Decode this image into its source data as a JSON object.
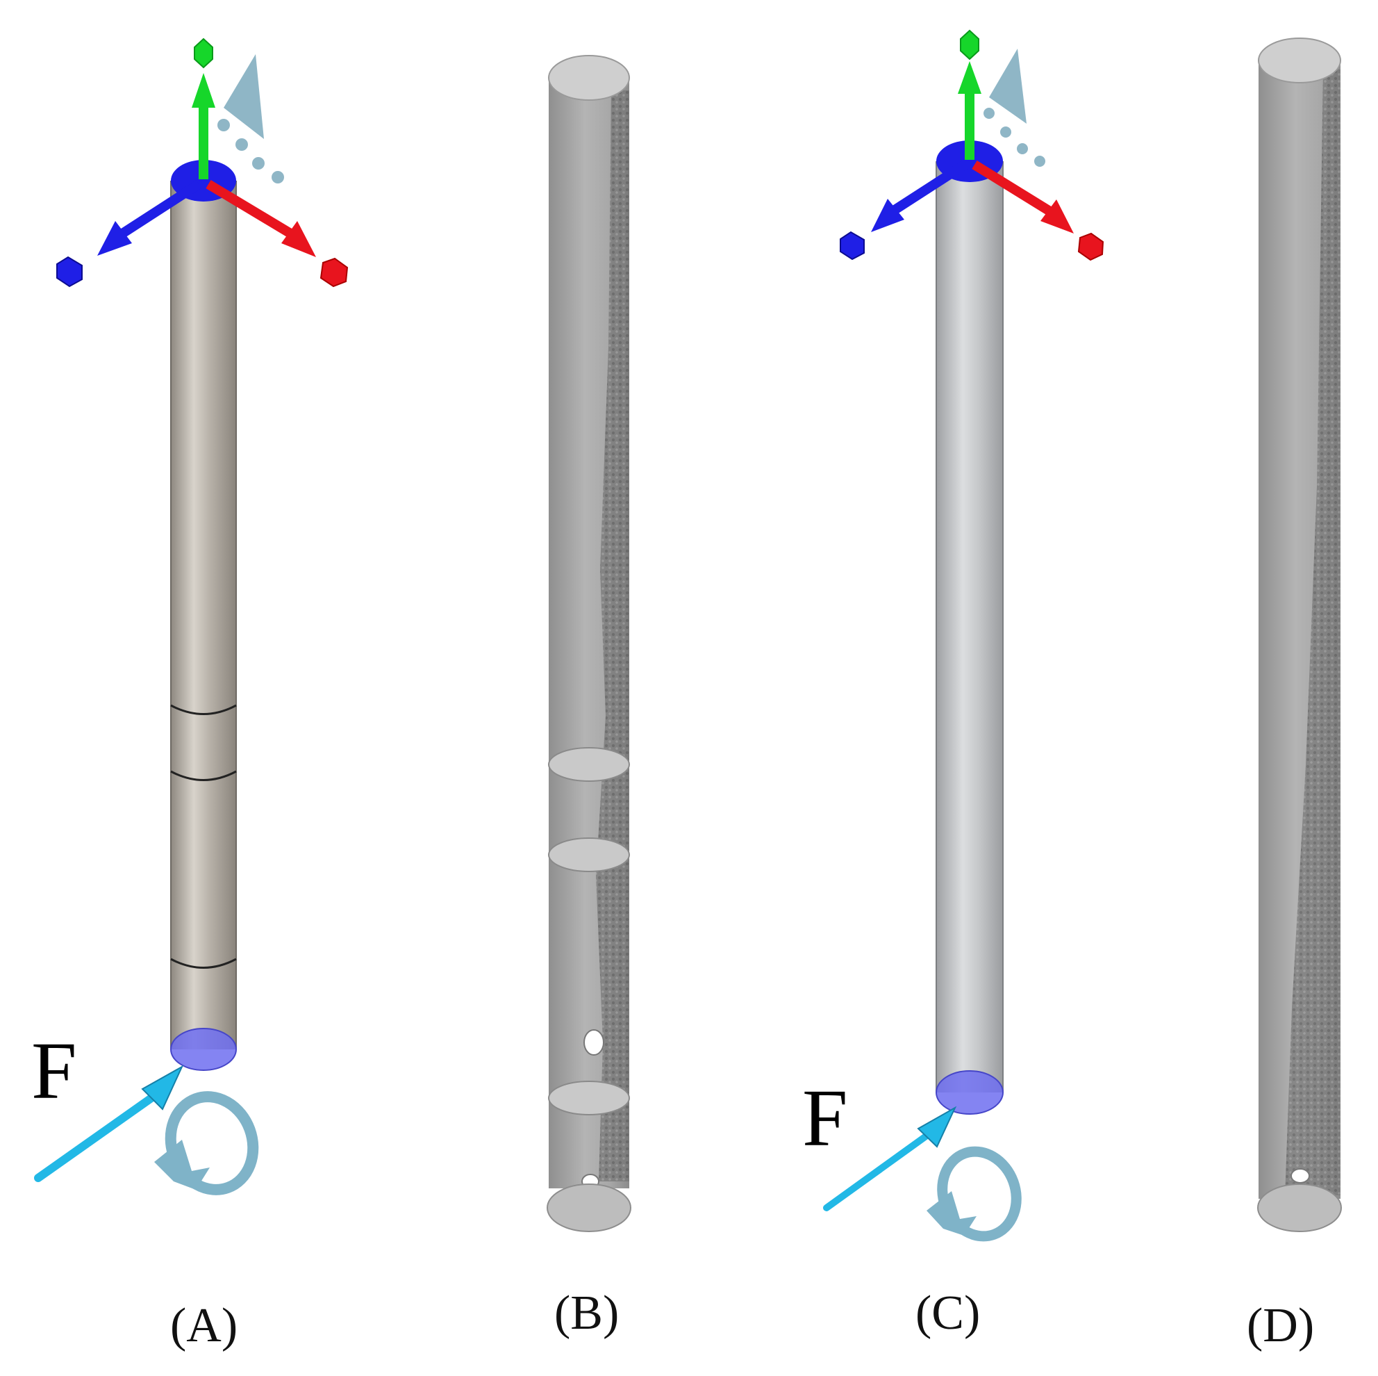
{
  "panels": [
    {
      "id": "A",
      "caption": "(A)",
      "force_label": "F"
    },
    {
      "id": "B",
      "caption": "(B)"
    },
    {
      "id": "C",
      "caption": "(C)",
      "force_label": "F"
    },
    {
      "id": "D",
      "caption": "(D)"
    }
  ],
  "colors": {
    "axis_x": "#e8141e",
    "axis_y": "#16d62a",
    "axis_z": "#1f1fe6",
    "load_arrow": "#22b8e6",
    "moment_symbol": "#7fb3c8",
    "rod_tan": "#bcb6ac",
    "rod_grey": "#c6c8ca",
    "optimized_grey": "#a6a6a6"
  },
  "icons": [
    "triad-axes-icon",
    "force-arrow-icon",
    "moment-icon",
    "fixed-support-icon"
  ]
}
